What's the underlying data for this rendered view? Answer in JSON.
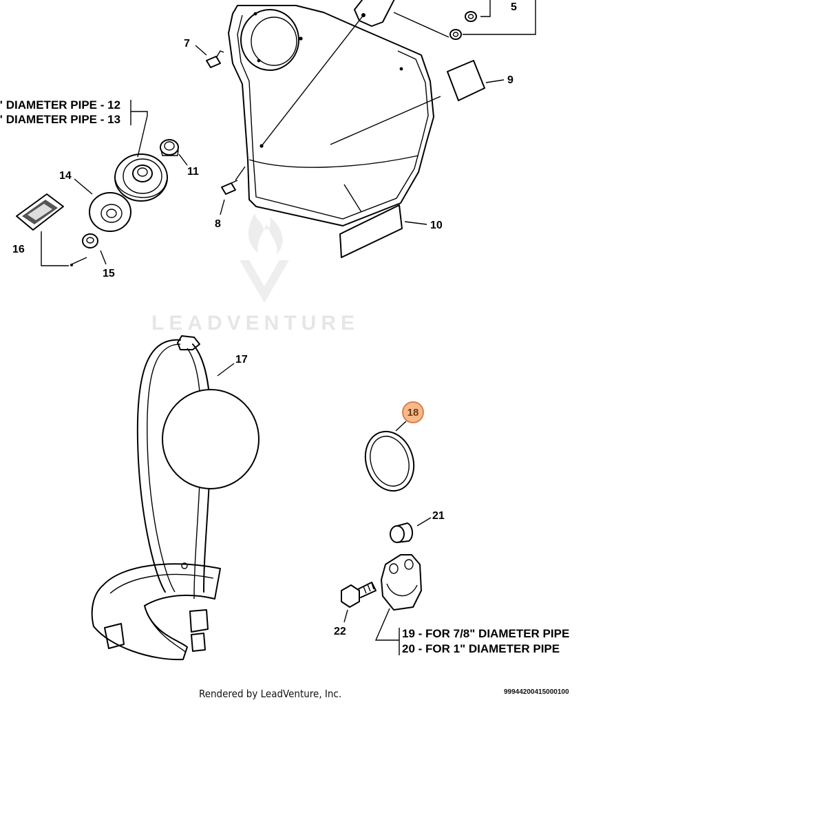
{
  "labels": {
    "p5": "5",
    "p7": "7",
    "p8": "8",
    "p9": "9",
    "p10": "10",
    "p11": "11",
    "p14": "14",
    "p15": "15",
    "p16": "16",
    "p17": "17",
    "p18": "18",
    "p21": "21",
    "p22": "22"
  },
  "notes": {
    "pipe12": "\"  DIAMETER PIPE - 12",
    "pipe13": "\"  DIAMETER PIPE - 13",
    "clamp19": "19  - FOR 7/8\"  DIAMETER PIPE",
    "clamp20": "20  - FOR 1\"  DIAMETER PIPE"
  },
  "watermark": "LEADVENTURE",
  "footer": {
    "credit": "Rendered by LeadVenture, Inc.",
    "code": "99944200415000100"
  },
  "highlight": {
    "part": "18",
    "fill": "#f6b98a",
    "stroke": "#d9824a"
  }
}
